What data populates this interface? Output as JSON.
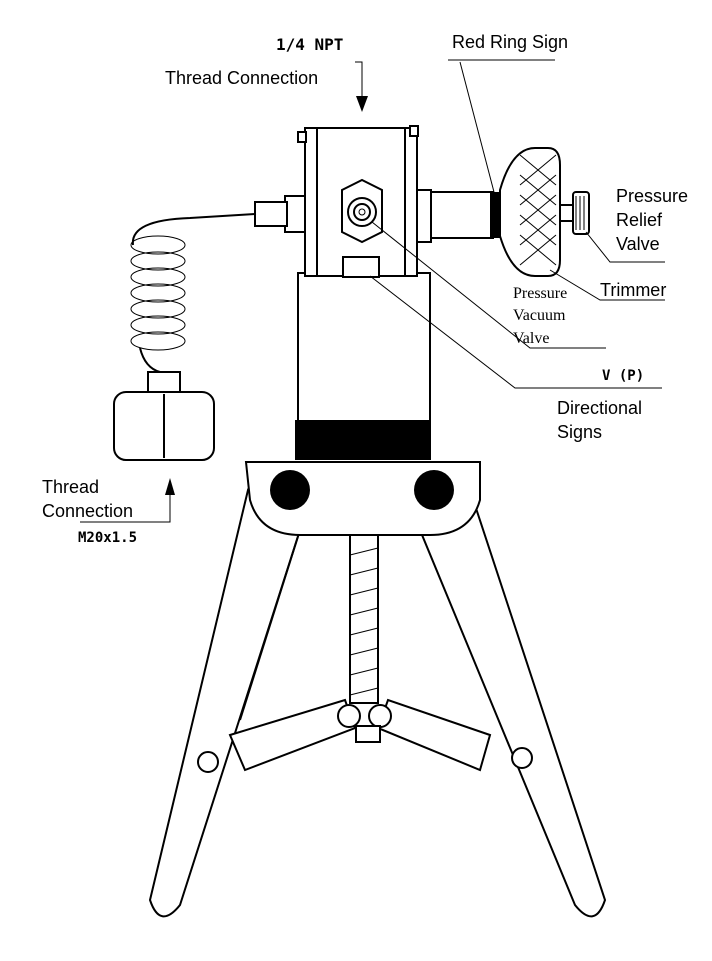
{
  "labels": {
    "npt_spec": "1/4 NPT",
    "thread_connection_top": "Thread Connection",
    "red_ring_sign": "Red Ring Sign",
    "pressure_relief_valve": [
      "Pressure",
      "Relief",
      "Valve"
    ],
    "trimmer": "Trimmer",
    "pressure_vacuum_valve": [
      "Pressure",
      "Vacuum",
      "Valve"
    ],
    "vp_sign": "V (P)",
    "directional_signs": [
      "Directional",
      "Signs"
    ],
    "thread_connection_bottom": [
      "Thread",
      "Connection"
    ],
    "m20_spec": "M20x1.5"
  },
  "colors": {
    "line": "#000000",
    "fill": "#ffffff",
    "solid": "#000000"
  }
}
